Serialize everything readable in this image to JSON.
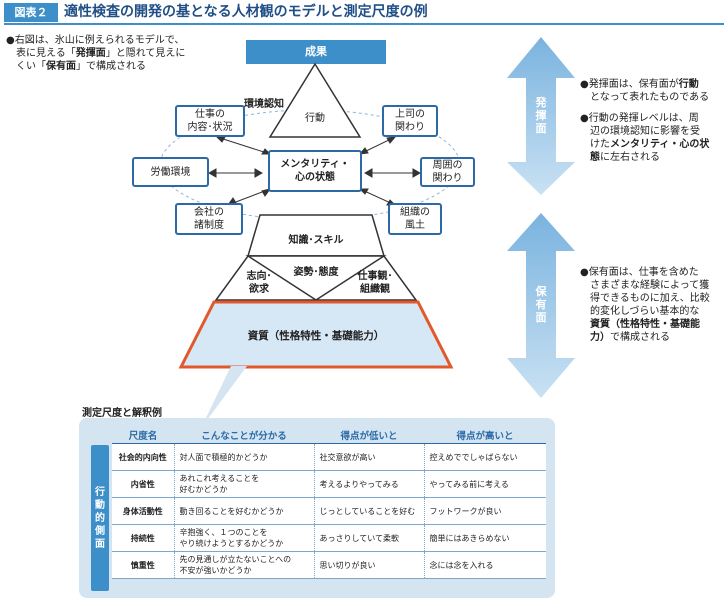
{
  "header": {
    "fig_label": "図表２",
    "title": "適性検査の開発の基となる人材観のモデルと測定尺度の例"
  },
  "left_note": {
    "line1": "●右図は、氷山に例えられるモデルで、",
    "line2_pre": "表に見える「",
    "line2_bold": "発揮面",
    "line2_post": "」と隠れて見えに",
    "line3_pre": "くい「",
    "line3_bold": "保有面",
    "line3_post": "」で構成される"
  },
  "diagram": {
    "seika": "成果",
    "koudou": "行動",
    "kankyo_label": "環境認知",
    "center": "メンタリティ・\n心の状態",
    "env_left": [
      "仕事の\n内容･状況",
      "労働環境",
      "会社の\n諸制度"
    ],
    "env_right": [
      "上司の\n関わり",
      "周囲の\n関わり",
      "組織の\n風土"
    ],
    "pyramid": {
      "top": "知識･スキル",
      "middle": "姿勢･態度",
      "left": "志向･\n欲求",
      "right": "仕事観･\n組織観",
      "base": "資質（性格特性・基礎能力）"
    },
    "arrow_top": "発揮面",
    "arrow_bottom": "保有面"
  },
  "right_notes": {
    "note1_pre": "●発揮面は、保有面が",
    "note1_bold": "行動",
    "note1_line2": "となって表れたものである",
    "note2_line1": "●行動の発揮レベルは、周",
    "note2_line2": "辺の環境認知に影響を受",
    "note2_line3_pre": "けた",
    "note2_line3_bold": "メンタリティ・心の状",
    "note2_line4_bold": "態",
    "note2_line4_post": "に左右される",
    "note3_line1": "●保有面は、仕事を含めた",
    "note3_line2": "さまざまな経験によって獲",
    "note3_line3": "得できるものに加え、比較",
    "note3_line4": "的変化しづらい基本的な",
    "note3_line5_bold": "資質（性格特性・基礎能",
    "note3_line6_bold": "力）",
    "note3_line6_post": "で構成される"
  },
  "measure": {
    "label": "測定尺度と解釈例",
    "side_label": "行動的側面",
    "headers": [
      "尺度名",
      "こんなことが分かる",
      "得点が低いと",
      "得点が高いと"
    ],
    "rows": [
      [
        "社会的内向性",
        "対人面で積極的かどうか",
        "社交意欲が高い",
        "控えめででしゃばらない"
      ],
      [
        "内省性",
        "あれこれ考えることを\n好むかどうか",
        "考えるよりやってみる",
        "やってみる前に考える"
      ],
      [
        "身体活動性",
        "動き回ることを好むかどうか",
        "じっとしていることを好む",
        "フットワークが良い"
      ],
      [
        "持続性",
        "辛抱強く、１つのことを\nやり続けようとするかどうか",
        "あっさりしていて柔軟",
        "簡単にはあきらめない"
      ],
      [
        "慎重性",
        "先の見通しが立たないことへの\n不安が強いかどうか",
        "思い切りが良い",
        "念には念を入れる"
      ]
    ]
  }
}
